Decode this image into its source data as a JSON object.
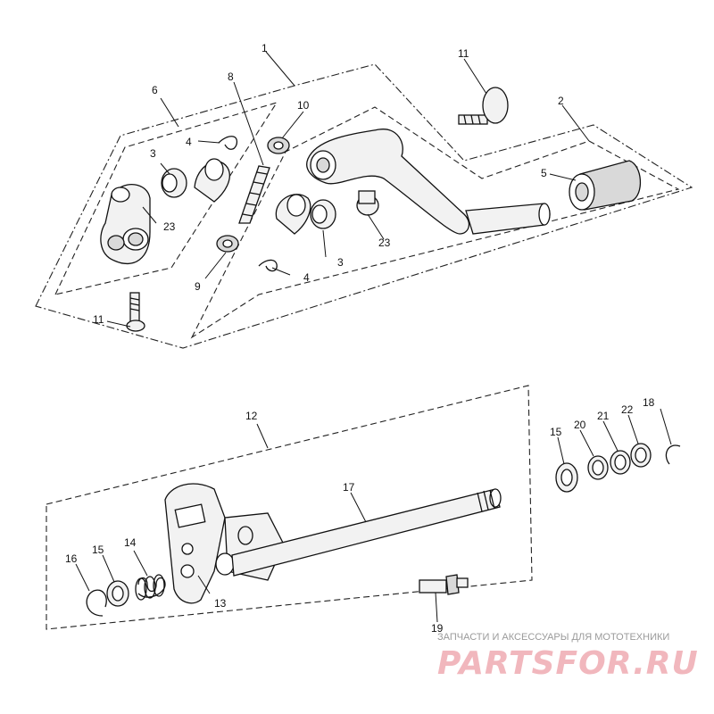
{
  "diagram": {
    "callouts": {
      "c1": "1",
      "c2": "2",
      "c3a": "3",
      "c3b": "3",
      "c4a": "4",
      "c4b": "4",
      "c5": "5",
      "c6": "6",
      "c8": "8",
      "c9": "9",
      "c10": "10",
      "c11a": "11",
      "c11b": "11",
      "c12": "12",
      "c13": "13",
      "c14": "14",
      "c15a": "15",
      "c15b": "15",
      "c16": "16",
      "c17": "17",
      "c18": "18",
      "c19": "19",
      "c20": "20",
      "c21": "21",
      "c22": "22",
      "c23a": "23",
      "c23b": "23"
    }
  },
  "watermark": {
    "caption": "ЗАПЧАСТИ И АКСЕССУАРЫ ДЛЯ МОТОТЕХНИКИ",
    "logo": "PARTSFOR.RU"
  },
  "colors": {
    "line": "#111111",
    "watermark_logo": "#f1b7bd"
  }
}
